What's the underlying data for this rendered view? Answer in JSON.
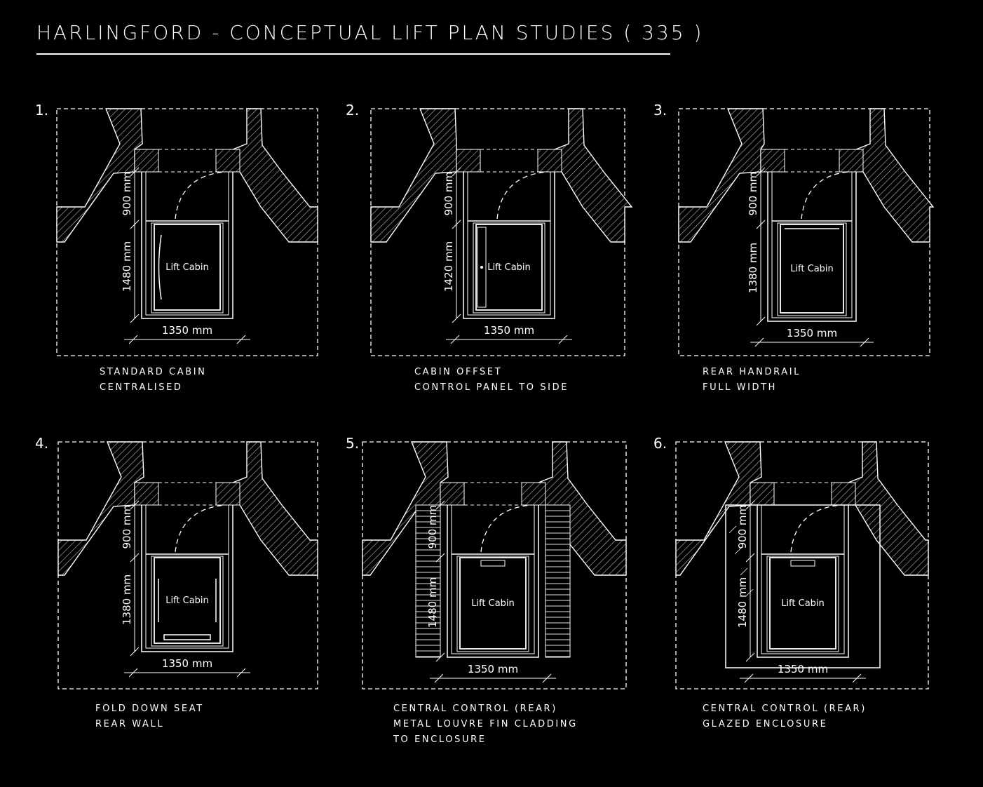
{
  "title": "HARLINGFORD - CONCEPTUAL LIFT PLAN STUDIES ( 335 )",
  "colors": {
    "background": "#000000",
    "ink": "#ffffff"
  },
  "studies": [
    {
      "number": "1.",
      "cabin_label": "Lift Cabin",
      "dim_upper": "900 mm",
      "dim_lower": "1480 mm",
      "dim_width": "1350 mm",
      "caption": [
        "STANDARD CABIN",
        "CENTRALISED"
      ]
    },
    {
      "number": "2.",
      "cabin_label": "Lift Cabin",
      "dim_upper": "900 mm",
      "dim_lower": "1420 mm",
      "dim_width": "1350 mm",
      "caption": [
        "CABIN OFFSET",
        "CONTROL PANEL TO SIDE"
      ]
    },
    {
      "number": "3.",
      "cabin_label": "Lift Cabin",
      "dim_upper": "900 mm",
      "dim_lower": "1380 mm",
      "dim_width": "1350 mm",
      "caption": [
        "REAR HANDRAIL",
        "FULL WIDTH"
      ]
    },
    {
      "number": "4.",
      "cabin_label": "Lift Cabin",
      "dim_upper": "900 mm",
      "dim_lower": "1380 mm",
      "dim_width": "1350 mm",
      "caption": [
        "FOLD DOWN SEAT",
        "REAR WALL"
      ]
    },
    {
      "number": "5.",
      "cabin_label": "Lift Cabin",
      "dim_upper": "900 mm",
      "dim_lower": "1480 mm",
      "dim_width": "1350 mm",
      "caption": [
        "CENTRAL CONTROL (REAR)",
        "METAL LOUVRE FIN CLADDING",
        "TO ENCLOSURE"
      ]
    },
    {
      "number": "6.",
      "cabin_label": "Lift Cabin",
      "dim_upper": "900 mm",
      "dim_lower": "1480 mm",
      "dim_width": "1350 mm",
      "caption": [
        "CENTRAL CONTROL (REAR)",
        "GLAZED ENCLOSURE"
      ]
    }
  ]
}
